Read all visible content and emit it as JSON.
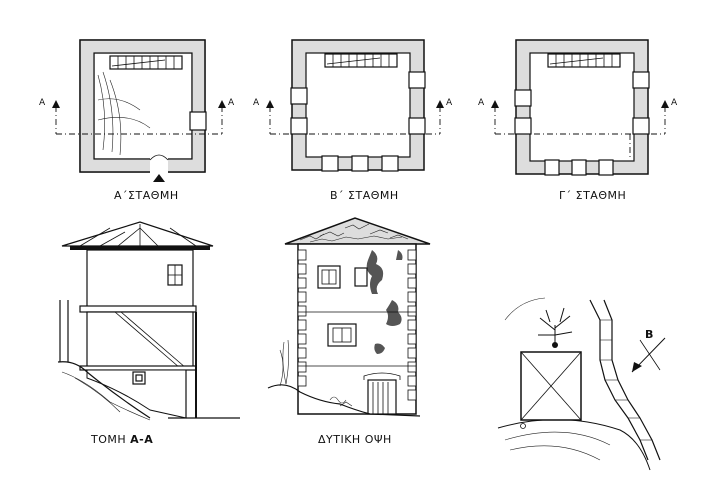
{
  "plans": {
    "ground_label": "Α΄ΣΤΑΘΜΗ",
    "first_label": "Β΄ ΣΤΑΘΜΗ",
    "second_label": "Γ΄ ΣΤΑΘΜΗ",
    "section_marker": "Α"
  },
  "section": {
    "label_prefix": "ΤΟΜΗ",
    "label_suffix": "Α-Α"
  },
  "elevation": {
    "label": "ΔΥΤΙΚΗ ΟΨΗ"
  },
  "site": {
    "north_marker": "Β"
  }
}
